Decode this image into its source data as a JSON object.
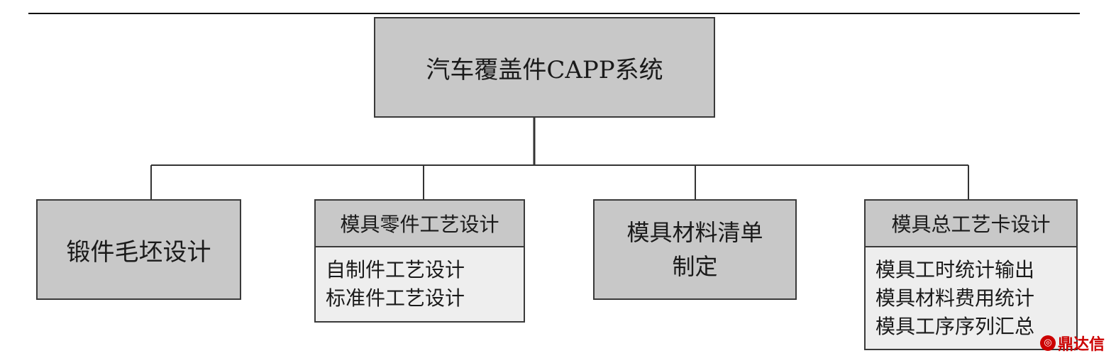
{
  "root": {
    "label": "汽车覆盖件CAPP系统"
  },
  "children": [
    {
      "label": "锻件毛坯设计"
    },
    {
      "label": "模具零件工艺设计",
      "items": [
        "自制件工艺设计",
        "标准件工艺设计"
      ]
    },
    {
      "label": "模具材料清单制定",
      "lines": [
        "模具材料清单",
        "制定"
      ]
    },
    {
      "label": "模具总工艺卡设计",
      "items": [
        "模具工时统计输出",
        "模具材料费用统计",
        "模具工序序列汇总"
      ]
    }
  ],
  "watermark": {
    "text": "鼎达信"
  },
  "colors": {
    "box_fill": "#c8c8c8",
    "list_fill": "#eeeeee",
    "line": "#3a3a3a",
    "watermark": "#cc0000"
  }
}
